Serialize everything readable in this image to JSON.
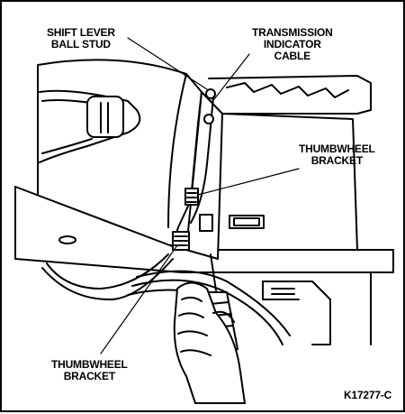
{
  "callouts": {
    "shift_lever_ball_stud": [
      "SHIFT LEVER",
      "BALL STUD"
    ],
    "transmission_indicator_cable": [
      "TRANSMISSION",
      "INDICATOR",
      "CABLE"
    ],
    "thumbwheel_bracket_right": [
      "THUMBWHEEL",
      "BRACKET"
    ],
    "thumbwheel_bracket_bottom": [
      "THUMBWHEEL",
      "BRACKET"
    ]
  },
  "figure_id": "K17277-C",
  "colors": {
    "ink": "#000000",
    "paper": "#ffffff"
  }
}
